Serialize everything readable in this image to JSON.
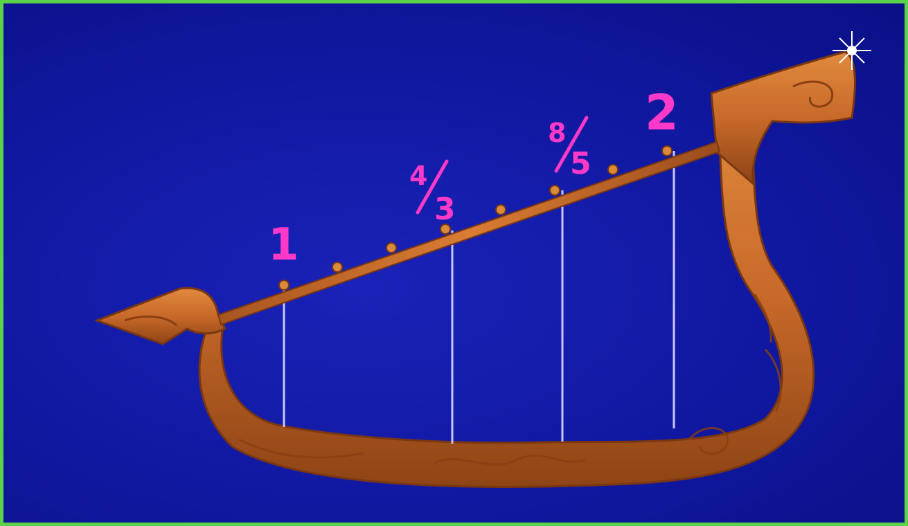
{
  "labels": {
    "one": "1",
    "four_thirds_num": "4",
    "four_thirds_den": "3",
    "eight_fifths_num": "8",
    "eight_fifths_den": "5",
    "two": "2"
  },
  "colors": {
    "background": "#1018a0",
    "frame_border": "#5ad24a",
    "label": "#ff39c8",
    "wood": "#c86a2a",
    "string": "#c9c6ff"
  }
}
